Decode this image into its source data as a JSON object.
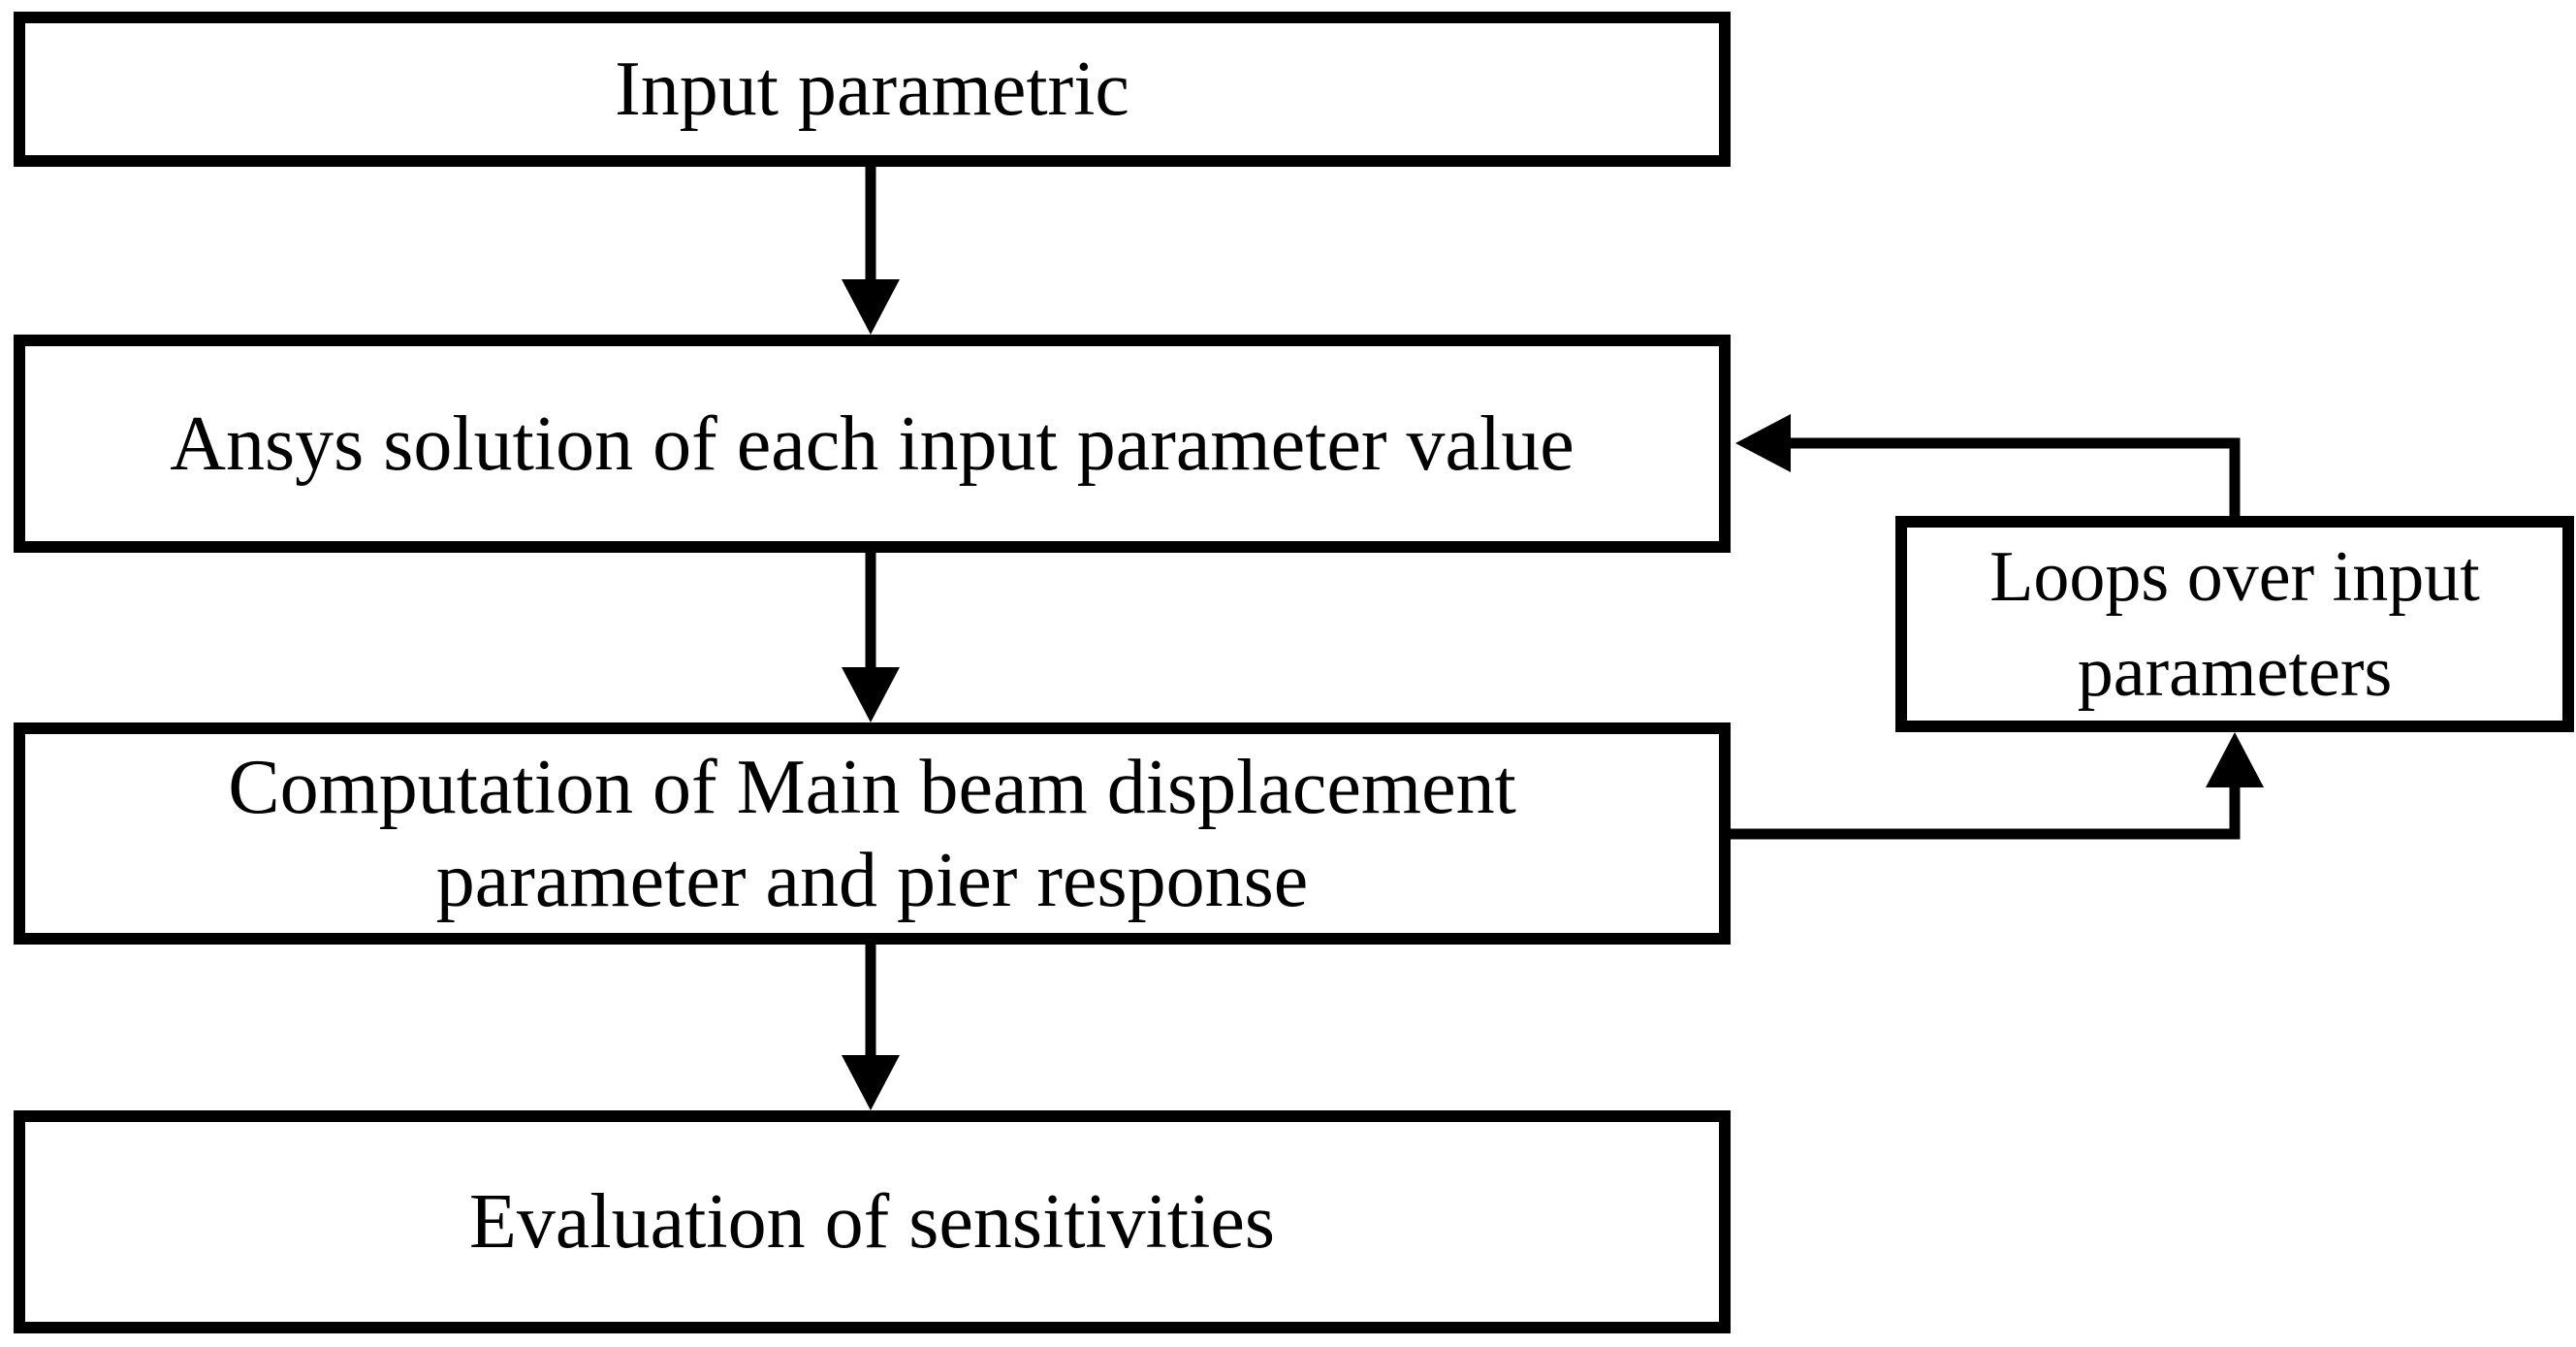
{
  "diagram": {
    "nodes": [
      {
        "id": "input",
        "text": "Input parametric"
      },
      {
        "id": "solve",
        "text": "Ansys solution of  each input parameter value"
      },
      {
        "id": "compute",
        "text": "Computation of Main beam displacement\nparameter and pier response"
      },
      {
        "id": "evaluate",
        "text": "Evaluation of sensitivities"
      },
      {
        "id": "loop",
        "text": "Loops over input\nparameters"
      }
    ],
    "edges": [
      {
        "from": "input",
        "to": "solve"
      },
      {
        "from": "solve",
        "to": "compute"
      },
      {
        "from": "compute",
        "to": "evaluate"
      },
      {
        "from": "compute",
        "to": "loop"
      },
      {
        "from": "loop",
        "to": "solve"
      }
    ]
  }
}
